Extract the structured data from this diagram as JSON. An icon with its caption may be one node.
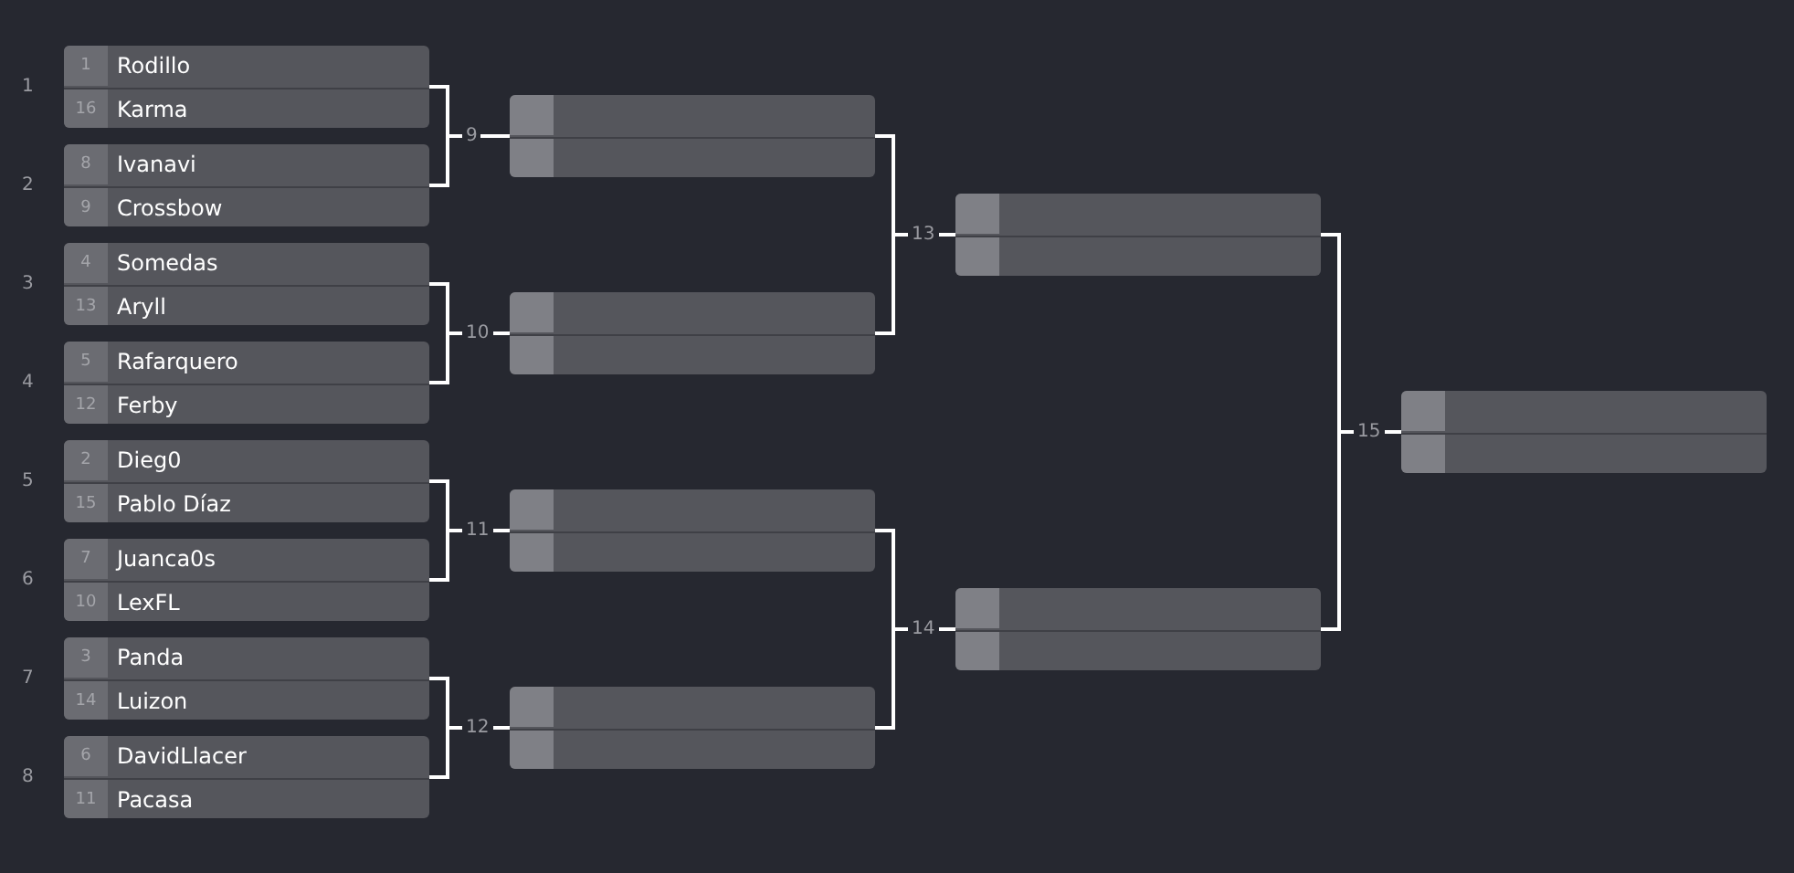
{
  "diagram": {
    "nodes": [
      {
        "text": [
          "1",
          "Rodillo",
          "16",
          "Karma"
        ],
        "beside": [
          "1"
        ]
      },
      {
        "text": [
          "8",
          "Ivanavi",
          "9",
          "Crossbow"
        ],
        "beside": [
          "2"
        ]
      },
      {
        "text": [
          "4",
          "Somedas",
          "13",
          "Aryll"
        ],
        "beside": [
          "3"
        ]
      },
      {
        "text": [
          "5",
          "Rafarquero",
          "12",
          "Ferby"
        ],
        "beside": [
          "4"
        ]
      },
      {
        "text": [
          "2",
          "Dieg0",
          "15",
          "Pablo Díaz"
        ],
        "beside": [
          "5"
        ]
      },
      {
        "text": [
          "7",
          "Juanca0s",
          "10",
          "LexFL"
        ],
        "beside": [
          "6"
        ]
      },
      {
        "text": [
          "3",
          "Panda",
          "14",
          "Luizon"
        ],
        "beside": [
          "7"
        ]
      },
      {
        "text": [
          "6",
          "DavidLlacer",
          "11",
          "Pacasa"
        ],
        "beside": [
          "8"
        ]
      },
      {
        "text": [],
        "shape": "box",
        "beside": [
          "9"
        ]
      },
      {
        "text": [],
        "shape": "box",
        "beside": [
          "10"
        ]
      },
      {
        "text": [],
        "shape": "box",
        "beside": [
          "11"
        ]
      },
      {
        "text": [],
        "shape": "box",
        "beside": [
          "12"
        ]
      },
      {
        "text": [],
        "shape": "box",
        "beside": [
          "13"
        ]
      },
      {
        "text": [],
        "shape": "box",
        "beside": [
          "14"
        ]
      },
      {
        "text": [],
        "shape": "box",
        "beside": [
          "15"
        ]
      }
    ],
    "edges": [
      {
        "from": 0,
        "to": 8,
        "arrow": "none"
      },
      {
        "from": 1,
        "to": 8,
        "arrow": "none"
      },
      {
        "from": 2,
        "to": 9,
        "arrow": "none"
      },
      {
        "from": 3,
        "to": 9,
        "arrow": "none"
      },
      {
        "from": 4,
        "to": 10,
        "arrow": "none"
      },
      {
        "from": 5,
        "to": 10,
        "arrow": "none"
      },
      {
        "from": 6,
        "to": 11,
        "arrow": "none"
      },
      {
        "from": 7,
        "to": 11,
        "arrow": "none"
      },
      {
        "from": 8,
        "to": 12,
        "arrow": "none"
      },
      {
        "from": 9,
        "to": 12,
        "arrow": "none"
      },
      {
        "from": 10,
        "to": 13,
        "arrow": "none"
      },
      {
        "from": 11,
        "to": 13,
        "arrow": "none"
      },
      {
        "from": 12,
        "to": 14,
        "arrow": "none"
      },
      {
        "from": 13,
        "to": 14,
        "arrow": "none"
      }
    ]
  }
}
